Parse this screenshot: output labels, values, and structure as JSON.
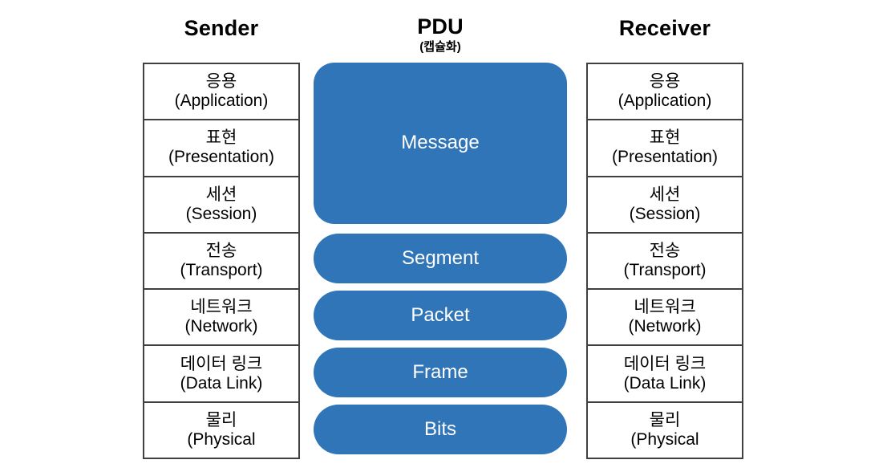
{
  "headers": {
    "sender": {
      "title": "Sender",
      "subtitle": ""
    },
    "pdu": {
      "title": "PDU",
      "subtitle": "(캡슐화)"
    },
    "receiver": {
      "title": "Receiver",
      "subtitle": ""
    }
  },
  "colors": {
    "pdu_fill": "#3075B8",
    "pdu_text": "#ffffff",
    "table_border": "#404040",
    "table_fill": "#ffffff",
    "heading_text": "#000000",
    "background": "#ffffff"
  },
  "osi_layers": [
    {
      "ko": "응용",
      "en": "(Application)"
    },
    {
      "ko": "표현",
      "en": "(Presentation)"
    },
    {
      "ko": "세션",
      "en": "(Session)"
    },
    {
      "ko": "전송",
      "en": "(Transport)"
    },
    {
      "ko": "네트워크",
      "en": "(Network)"
    },
    {
      "ko": "데이터 링크",
      "en": "(Data Link)"
    },
    {
      "ko": "물리",
      "en": "(Physical"
    }
  ],
  "sender_layers": [
    {
      "ko": "응용",
      "en": "(Application)"
    },
    {
      "ko": "표현",
      "en": "(Presentation)"
    },
    {
      "ko": "세션",
      "en": "(Session)"
    },
    {
      "ko": "전송",
      "en": "(Transport)"
    },
    {
      "ko": "네트워크",
      "en": "(Network)"
    },
    {
      "ko": "데이터 링크",
      "en": "(Data Link)"
    },
    {
      "ko": "물리",
      "en": "(Physical"
    }
  ],
  "receiver_layers": [
    {
      "ko": "응용",
      "en": "(Application)"
    },
    {
      "ko": "표현",
      "en": "(Presentation)"
    },
    {
      "ko": "세션",
      "en": "(Session)"
    },
    {
      "ko": "전송",
      "en": "(Transport)"
    },
    {
      "ko": "네트워크",
      "en": "(Network)"
    },
    {
      "ko": "데이터 링크",
      "en": "(Data Link)"
    },
    {
      "ko": "물리",
      "en": "(Physical"
    }
  ],
  "pdu_units": [
    {
      "label": "Message",
      "spans_layers": [
        "응용",
        "표현",
        "세션"
      ]
    },
    {
      "label": "Segment",
      "spans_layers": [
        "전송"
      ]
    },
    {
      "label": "Packet",
      "spans_layers": [
        "네트워크"
      ]
    },
    {
      "label": "Frame",
      "spans_layers": [
        "데이터 링크"
      ]
    },
    {
      "label": "Bits",
      "spans_layers": [
        "물리"
      ]
    }
  ]
}
